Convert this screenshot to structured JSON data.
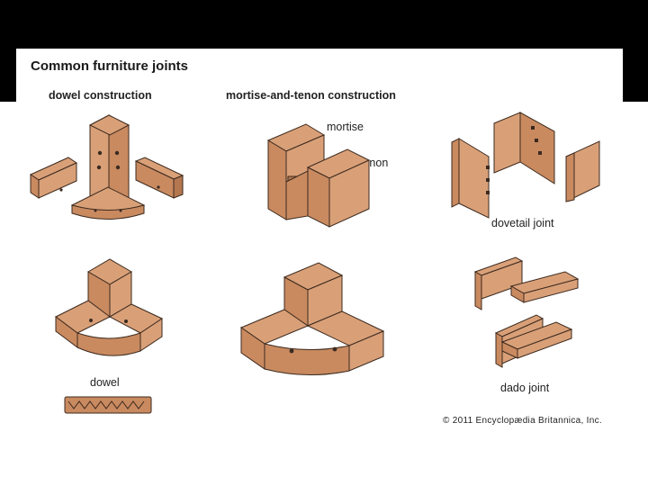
{
  "figure": {
    "title": "Common furniture joints",
    "labels": {
      "dowel_construction": "dowel construction",
      "mortise_tenon_construction": "mortise-and-tenon construction",
      "mortise": "mortise",
      "tenon": "tenon",
      "dovetail_joint": "dovetail joint",
      "dowel": "dowel",
      "dado_joint": "dado joint"
    },
    "copyright": "© 2011 Encyclopædia Britannica, Inc."
  },
  "colors": {
    "wood_light": "#d9a078",
    "wood_mid": "#c98a60",
    "wood_dark": "#b47750",
    "outline": "#3d2a1e",
    "band": "#000000"
  }
}
